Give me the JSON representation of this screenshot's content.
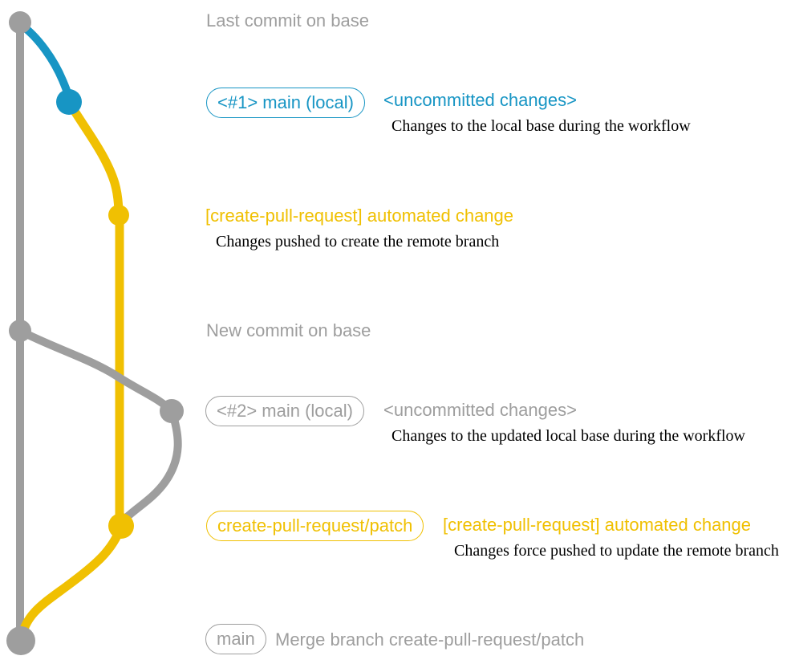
{
  "colors": {
    "gray": "#9E9E9E",
    "blue": "#1795C4",
    "yellow": "#F0C002",
    "caption": "#000000",
    "background": "#FFFFFF"
  },
  "graph": {
    "commits": [
      {
        "name": "last-commit-on-base",
        "color": "gray"
      },
      {
        "name": "uncommitted-changes-1",
        "color": "blue"
      },
      {
        "name": "automated-change-1",
        "color": "yellow"
      },
      {
        "name": "new-commit-on-base",
        "color": "gray"
      },
      {
        "name": "uncommitted-changes-2",
        "color": "gray"
      },
      {
        "name": "automated-change-2",
        "color": "yellow"
      },
      {
        "name": "merge-commit",
        "color": "gray"
      }
    ]
  },
  "annotations": {
    "last_commit": "Last commit on base",
    "row1": {
      "badge": "<#1> main (local)",
      "title": "<uncommitted changes>",
      "caption": "Changes to the local base during the workflow"
    },
    "row2": {
      "title": "[create-pull-request] automated change",
      "caption": "Changes pushed to create the remote branch"
    },
    "new_commit": "New commit on base",
    "row3": {
      "badge": "<#2> main (local)",
      "title": "<uncommitted changes>",
      "caption": "Changes to the updated local base during the workflow"
    },
    "row4": {
      "badge": "create-pull-request/patch",
      "title": "[create-pull-request] automated change",
      "caption": "Changes force pushed to update the remote branch"
    },
    "merge": {
      "badge": "main",
      "label": "Merge branch create-pull-request/patch"
    }
  }
}
